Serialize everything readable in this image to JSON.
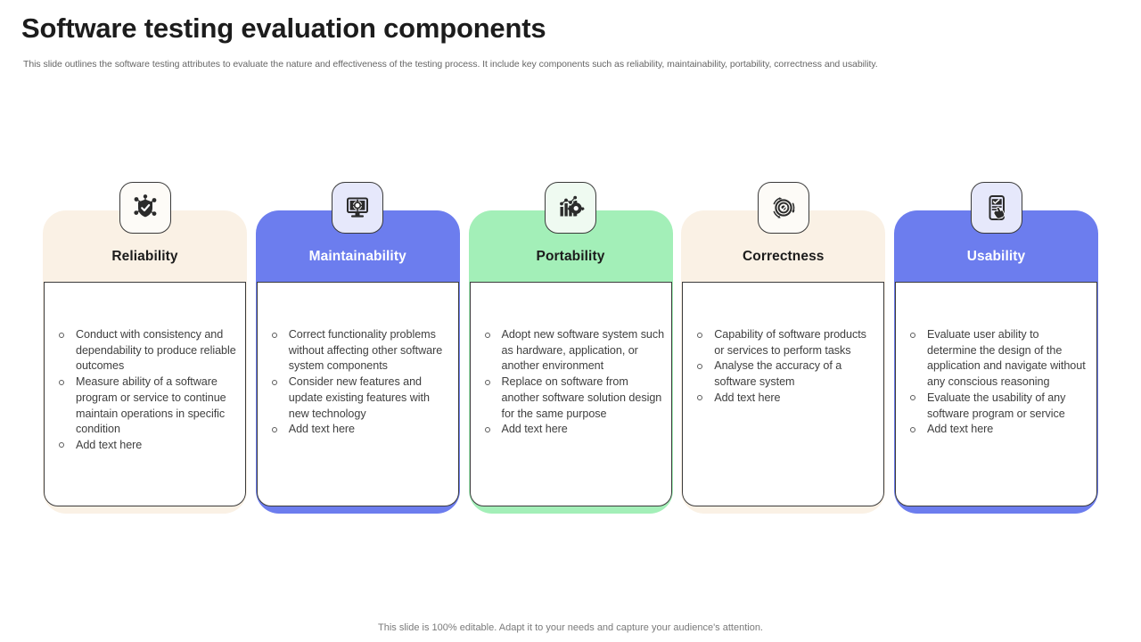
{
  "header": {
    "title": "Software testing evaluation components",
    "subtitle": "This slide outlines the software testing attributes to evaluate the nature and effectiveness of the testing process. It include key components such as reliability, maintainability, portability, correctness and usability."
  },
  "footer": {
    "note": "This slide is 100% editable. Adapt it to your needs and capture your audience's attention."
  },
  "palette": {
    "cream": "#FAF1E5",
    "periwinkle": "#6C7DEE",
    "mint": "#A3EFB8",
    "badge_cream": "#FDFBF7",
    "badge_periwinkle": "#E6E8FB",
    "badge_mint": "#EFFAF1",
    "title_dark": "#1C1C1C",
    "title_light": "#FFFFFF",
    "body_text": "#3F3F3F",
    "panel_border": "#3A3A3A"
  },
  "cards": [
    {
      "title": "Reliability",
      "icon": "shield-check-network-icon",
      "plate_color": "#FAF1E5",
      "badge_color": "#FDFBF7",
      "title_tone": "dark",
      "bullets": [
        "Conduct with consistency and dependability to produce reliable outcomes",
        "Measure ability of a software program or service to continue maintain operations in specific condition",
        "Add text here"
      ]
    },
    {
      "title": "Maintainability",
      "icon": "monitor-gear-icon",
      "plate_color": "#6C7DEE",
      "badge_color": "#E6E8FB",
      "title_tone": "light",
      "bullets": [
        "Correct functionality problems without affecting other software system components",
        "Consider new features and update existing features with new technology",
        "Add text here"
      ]
    },
    {
      "title": "Portability",
      "icon": "bar-chart-gear-icon",
      "plate_color": "#A3EFB8",
      "badge_color": "#EFFAF1",
      "title_tone": "dark",
      "bullets": [
        "Adopt new software system such as hardware, application, or another environment",
        "Replace on software from another software solution design for the same purpose",
        "Add text here"
      ]
    },
    {
      "title": "Correctness",
      "icon": "target-refresh-icon",
      "plate_color": "#FAF1E5",
      "badge_color": "#FDFBF7",
      "title_tone": "dark",
      "bullets": [
        "Capability of software products or services to perform tasks",
        "Analyse the accuracy of a software system",
        "Add text here"
      ]
    },
    {
      "title": "Usability",
      "icon": "mobile-tap-icon",
      "plate_color": "#6C7DEE",
      "badge_color": "#E6E8FB",
      "title_tone": "light",
      "bullets": [
        "Evaluate user ability to determine the design of the application and navigate without any conscious reasoning",
        "Evaluate the usability of any software program or service",
        "Add text here"
      ]
    }
  ]
}
